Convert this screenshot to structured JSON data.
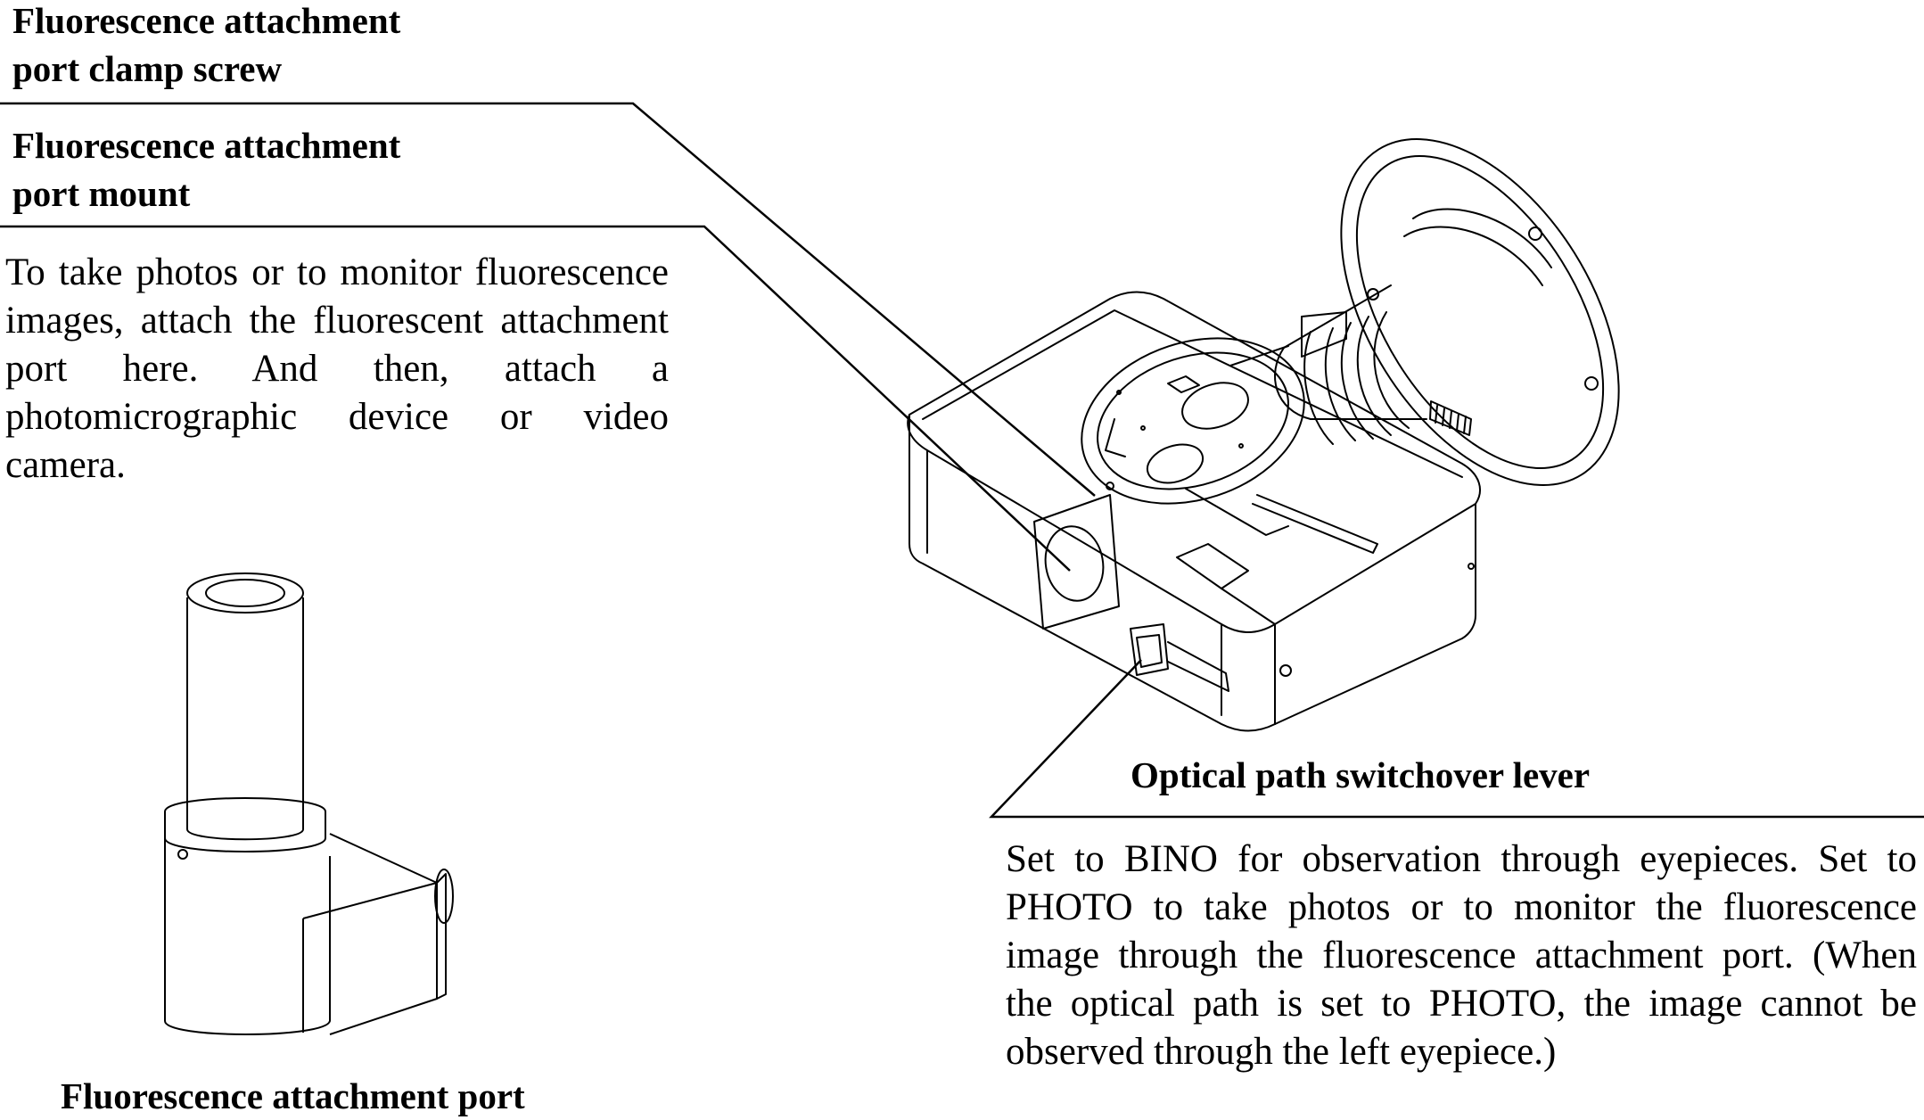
{
  "callouts": {
    "clamp_screw": {
      "line1": "Fluorescence attachment",
      "line2": "port clamp screw"
    },
    "port_mount": {
      "line1": "Fluorescence attachment",
      "line2": "port mount"
    },
    "lever": "Optical path switchover lever",
    "port": "Fluorescence attachment port"
  },
  "descriptions": {
    "port_mount": "To take photos or to monitor fluorescence images, attach the fluorescent attachment port here. And then, attach a photomicrographic device or video camera.",
    "lever": "Set to BINO for observation through eyepieces. Set to PHOTO to take photos or to monitor the fluorescence image through the fluorescence attachment port. (When the optical path is set to PHOTO, the image cannot be observed through the left eyepiece.)"
  }
}
